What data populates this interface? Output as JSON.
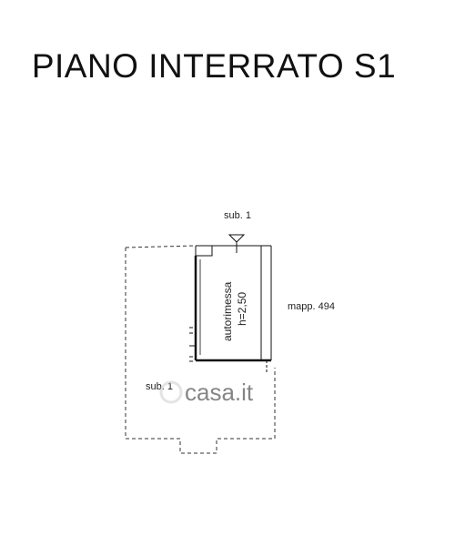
{
  "title": "PIANO INTERRATO S1",
  "labels": {
    "sub_top": "sub. 1",
    "room_name": "autorimessa",
    "room_height": "h=2,50",
    "mapp": "mapp. 494",
    "sub_bottom": "sub. 1"
  },
  "watermark": "casa.it",
  "colors": {
    "line": "#111111",
    "dashed": "#333333",
    "watermark": "#d9d9d9"
  }
}
